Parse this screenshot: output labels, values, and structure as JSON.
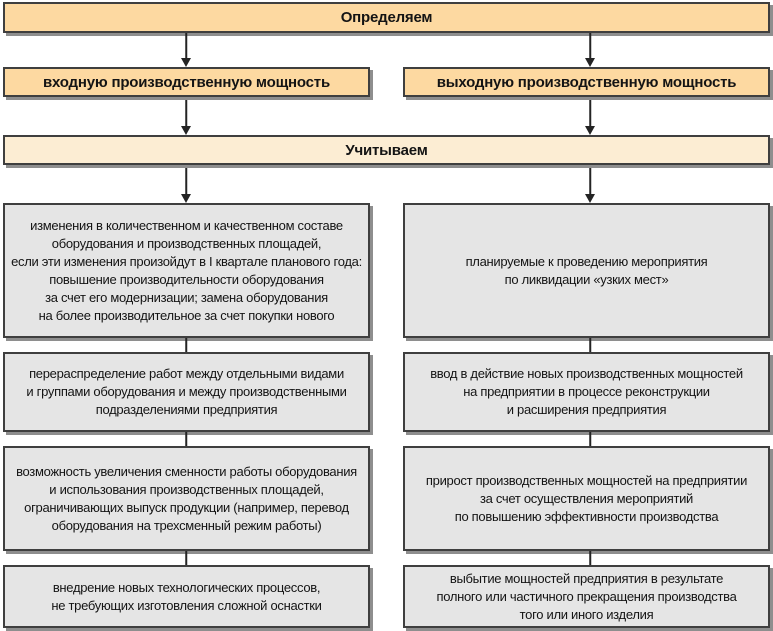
{
  "colors": {
    "peach": "#fdd9a1",
    "cream": "#fcedd3",
    "graybox": "#e5e5e5",
    "line": "#3f3f3f",
    "shadow": "#8e8e8e"
  },
  "diagram": {
    "define_label": "Определяем",
    "input_capacity_label": "входную производственную мощность",
    "output_capacity_label": "выходную производственную мощность",
    "consider_label": "Учитываем",
    "left_column": [
      "изменения в количественном и качественном составе\nоборудования и производственных площадей,\nесли эти изменения произойдут в I квартале планового года:\nповышение производительности оборудования\nза счет его модернизации; замена оборудования\nна более производительное за счет покупки нового",
      "перераспределение работ между отдельными видами\nи группами оборудования и между производственными\nподразделениями предприятия",
      "возможность увеличения сменности работы оборудования\nи использования производственных площадей,\nограничивающих выпуск продукции (например, перевод\nоборудования на трехсменный режим работы)",
      "внедрение новых технологических процессов,\nне требующих изготовления сложной оснастки"
    ],
    "right_column": [
      "планируемые к проведению мероприятия\nпо ликвидации «узких мест»",
      "ввод в действие новых производственных мощностей\nна предприятии в процессе реконструкции\nи расширения предприятия",
      "прирост производственных мощностей на предприятии\nза счет осуществления мероприятий\nпо повышению эффективности производства",
      "выбытие мощностей предприятия в результате\nполного или частичного прекращения производства\nтого или иного изделия"
    ]
  }
}
